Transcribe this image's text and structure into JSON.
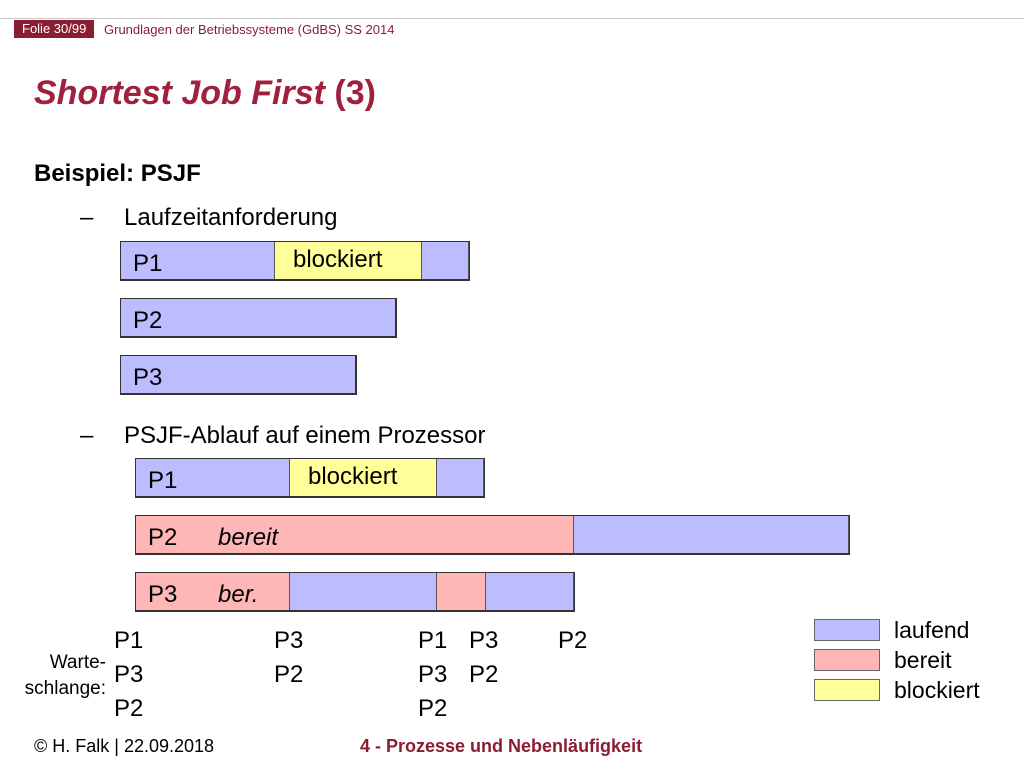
{
  "header": {
    "folie": "Folie 30/99",
    "course": "Grundlagen der Betriebssysteme (GdBS) SS 2014"
  },
  "title": {
    "main": "Shortest Job First",
    "suffix": "(3)"
  },
  "subtitle": "Beispiel: PSJF",
  "bullets": {
    "dash": "–",
    "first": "Laufzeitanforderung",
    "second": "PSJF-Ablauf auf einem Prozessor"
  },
  "request": {
    "p1": "P1",
    "p1_block": "blockiert",
    "p2": "P2",
    "p3": "P3"
  },
  "schedule": {
    "p1": "P1",
    "p1_block": "blockiert",
    "p2": "P2",
    "p2_ready": "bereit",
    "p3": "P3",
    "p3_ready": "ber."
  },
  "queue": {
    "label_1": "Warte-",
    "label_2": "schlange:",
    "col1": [
      "P1",
      "P3",
      "P2"
    ],
    "col2": [
      "P3",
      "P2"
    ],
    "col3": [
      "P1",
      "P3",
      "P2"
    ],
    "col4": [
      "P3",
      "P2"
    ],
    "col5": [
      "P2"
    ]
  },
  "legend": {
    "running": "laufend",
    "ready": "bereit",
    "blocked": "blockiert"
  },
  "colors": {
    "running": "#bcbcff",
    "ready": "#ffb6b6",
    "blocked": "#ffff99",
    "accent": "#a0203d"
  },
  "footer": {
    "author": "© H. Falk | 22.09.2018",
    "chapter": "4 - Prozesse und Nebenläufigkeit"
  }
}
